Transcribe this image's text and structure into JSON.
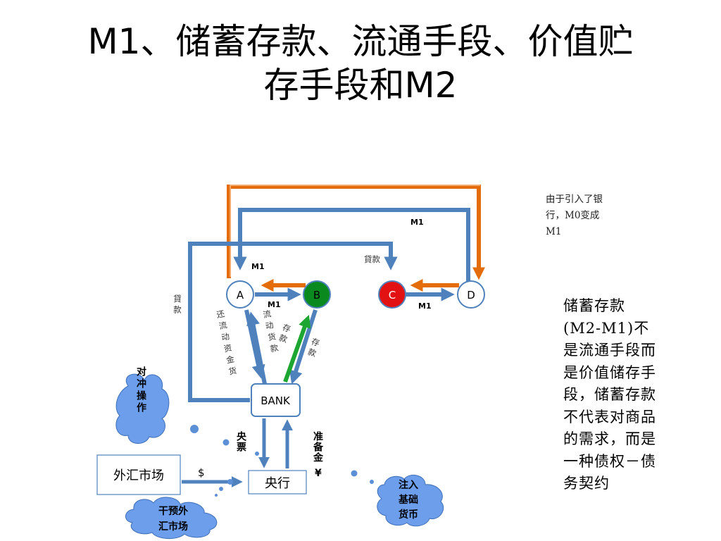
{
  "title": {
    "line1": "M1、储蓄存款、流通手段、价值贮",
    "line2": "存手段和M2"
  },
  "note_top": {
    "line1": "由于引入了银",
    "line2": "行，M0变成",
    "line3": "M1"
  },
  "note_right": "储蓄存款(M2-M1)不是流通手段而是价值储存手段，储蓄存款不代表对商品的需求，而是一种债权－债务契约",
  "nodes": {
    "a": "A",
    "b": "B",
    "c": "C",
    "d": "D",
    "bank": "BANK",
    "central_bank": "央行",
    "fx_market": "外汇市场"
  },
  "labels": {
    "m1_top": "M1",
    "m1_ab_upper": "M1",
    "m1_ab_lower": "M1",
    "m1_cd": "M1",
    "loan_c": "貸款",
    "loan_left": "貸款",
    "repay_working_capital": "还流动资金货",
    "working_capital_loan": "流动货款",
    "deposit_green": "存款",
    "deposit_bank_b": "存款",
    "central_bill": "央票",
    "reserve": "准备金",
    "reserve_symbol": "¥",
    "dollar": "$"
  },
  "clouds": {
    "hedge": "对冲操作",
    "fx_intervene_line1": "干预外",
    "fx_intervene_line2": "汇市场",
    "base_money_line1": "注入",
    "base_money_line2": "基础",
    "base_money_line3": "货币"
  },
  "colors": {
    "blue_arrow": "#4f81bd",
    "orange_arrow": "#e46c0a",
    "green_arrow": "#1ea632",
    "node_b_fill": "#0a8a1e",
    "node_c_fill": "#e31212",
    "cloud_fill": "#6d9eeb",
    "bank_border": "#4f81bd"
  }
}
